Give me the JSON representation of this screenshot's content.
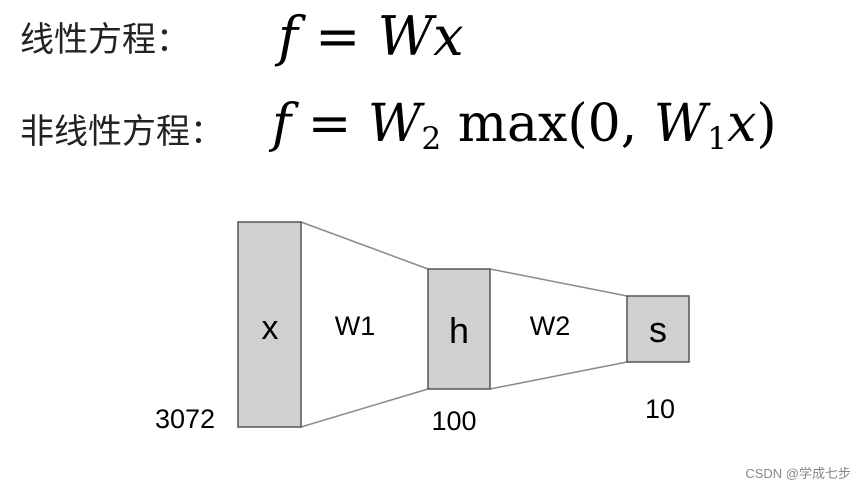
{
  "equations": {
    "linear_label": "线性方程：",
    "linear": {
      "f": "f",
      "eq": "=",
      "W": "W",
      "x": "x"
    },
    "nonlinear_label": "非线性方程：",
    "nonlinear": {
      "f": "f",
      "eq": "=",
      "W2": "W",
      "W2_sub": "2",
      "max": "max(0,",
      "W1": "W",
      "W1_sub": "1",
      "x": "x",
      "close": ")"
    }
  },
  "network": {
    "layers": [
      {
        "label": "x",
        "size": "3072"
      },
      {
        "label": "h",
        "size": "100"
      },
      {
        "label": "s",
        "size": "10"
      }
    ],
    "weights": [
      "W1",
      "W2"
    ],
    "colors": {
      "box_fill": "#d0d0d0",
      "box_stroke": "#555555",
      "line": "#8a8a8a"
    }
  },
  "watermark": "CSDN @学成七步"
}
